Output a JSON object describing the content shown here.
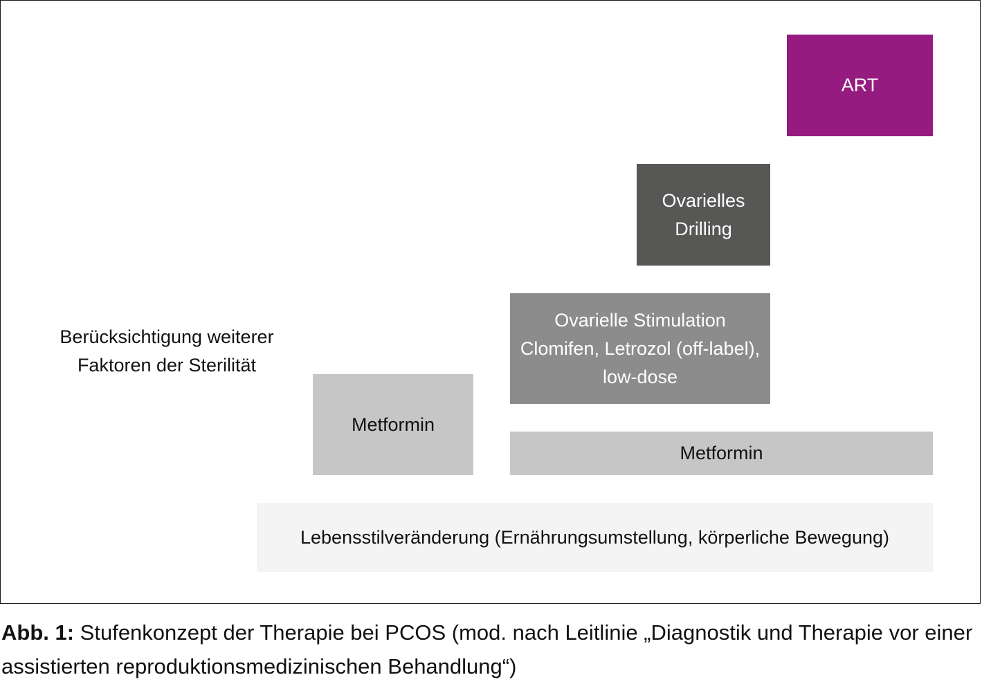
{
  "diagram": {
    "colors": {
      "art": "#951b80",
      "drilling": "#575756",
      "stimulation": "#8c8c8c",
      "metformin": "#c6c6c6",
      "lifestyle": "#f4f4f4",
      "frame": "#1a1a1a"
    },
    "art": {
      "label": "ART"
    },
    "drilling": {
      "line1": "Ovarielles",
      "line2": "Drilling"
    },
    "stimulation": {
      "line1": "Ovarielle Stimulation",
      "line2": "Clomifen, Letrozol (off-label),",
      "line3": "low-dose"
    },
    "metformin_left": {
      "label": "Metformin"
    },
    "metformin_right": {
      "label": "Metformin"
    },
    "lifestyle": {
      "label": "Lebensstilveränderung (Ernährungsumstellung, körperliche Bewegung)"
    },
    "side_note": {
      "line1": "Berücksichtigung weiterer",
      "line2": "Faktoren der Sterilität"
    }
  },
  "caption": {
    "label": "Abb. 1:",
    "text": " Stufenkonzept der Therapie bei PCOS (mod. nach Leitlinie „Diagnostik und Therapie vor einer assistierten reproduktionsmedizinischen Behandlung“)"
  }
}
